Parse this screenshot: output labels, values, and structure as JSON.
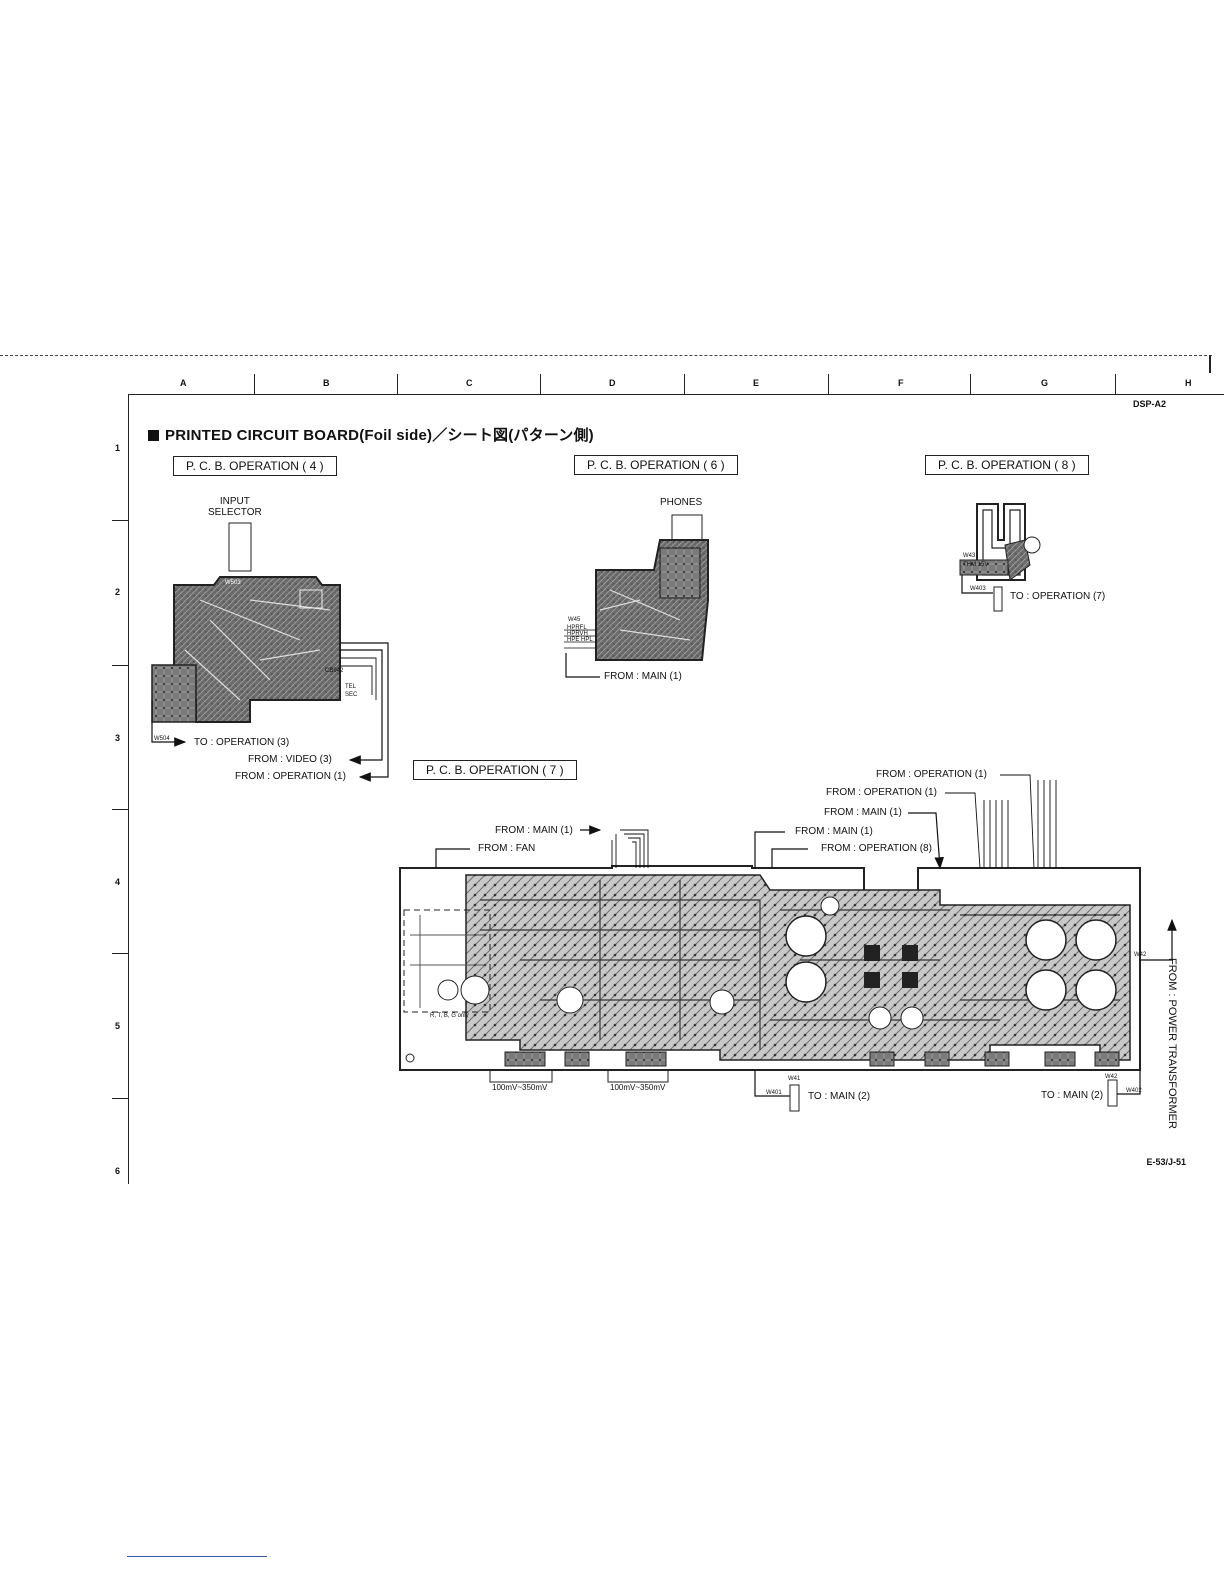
{
  "columns": [
    "A",
    "B",
    "C",
    "D",
    "E",
    "F",
    "G",
    "H"
  ],
  "rows": [
    "1",
    "2",
    "3",
    "4",
    "5",
    "6"
  ],
  "model": "DSP-A2",
  "page_number": "E-53/J-51",
  "title": "PRINTED CIRCUIT BOARD(Foil side)／シート図(パターン側)",
  "boards": {
    "op4": {
      "label": "P. C. B. OPERATION ( 4 )",
      "input_selector": "INPUT\nSELECTOR",
      "to_operation_3": "TO : OPERATION (3)",
      "from_video_3": "FROM : VIDEO (3)",
      "from_operation_1": "FROM : OPERATION (1)"
    },
    "op6": {
      "label": "P. C. B. OPERATION ( 6 )",
      "phones": "PHONES",
      "from_main_1": "FROM : MAIN (1)"
    },
    "op8": {
      "label": "P. C. B. OPERATION ( 8 )",
      "to_operation_7": "TO : OPERATION (7)"
    },
    "op7": {
      "label": "P. C. B. OPERATION ( 7 )",
      "from_operation_1_a": "FROM : OPERATION (1)",
      "from_operation_1_b": "FROM : OPERATION (1)",
      "from_main_1_a": "FROM : MAIN (1)",
      "from_main_1_b": "FROM : MAIN (1)",
      "from_main_1_c": "FROM : MAIN (1)",
      "from_operation_8": "FROM : OPERATION (8)",
      "from_fan": "FROM : FAN",
      "region_note": "R, T, B, G only",
      "range_1": "100mV~350mV",
      "range_2": "100mV~350mV",
      "to_main_2_a": "TO : MAIN (2)",
      "to_main_2_b": "TO : MAIN (2)",
      "from_power_transformer": "FROM : POWER TRANSFORMER"
    }
  },
  "component_labels": {
    "w503": "W503",
    "w504": "W504",
    "w401": "W401",
    "w403": "W403",
    "w402": "W402",
    "w41": "W41",
    "w42": "W42",
    "w43": "W43",
    "w42b": "W42",
    "w45": "W45",
    "cb942": "CB942",
    "pin_tel": "TEL",
    "pin_sec": "SEC",
    "op6_pins": "HPRFL HPRVH HPE HPL",
    "op8_pins": "THM 15V"
  }
}
